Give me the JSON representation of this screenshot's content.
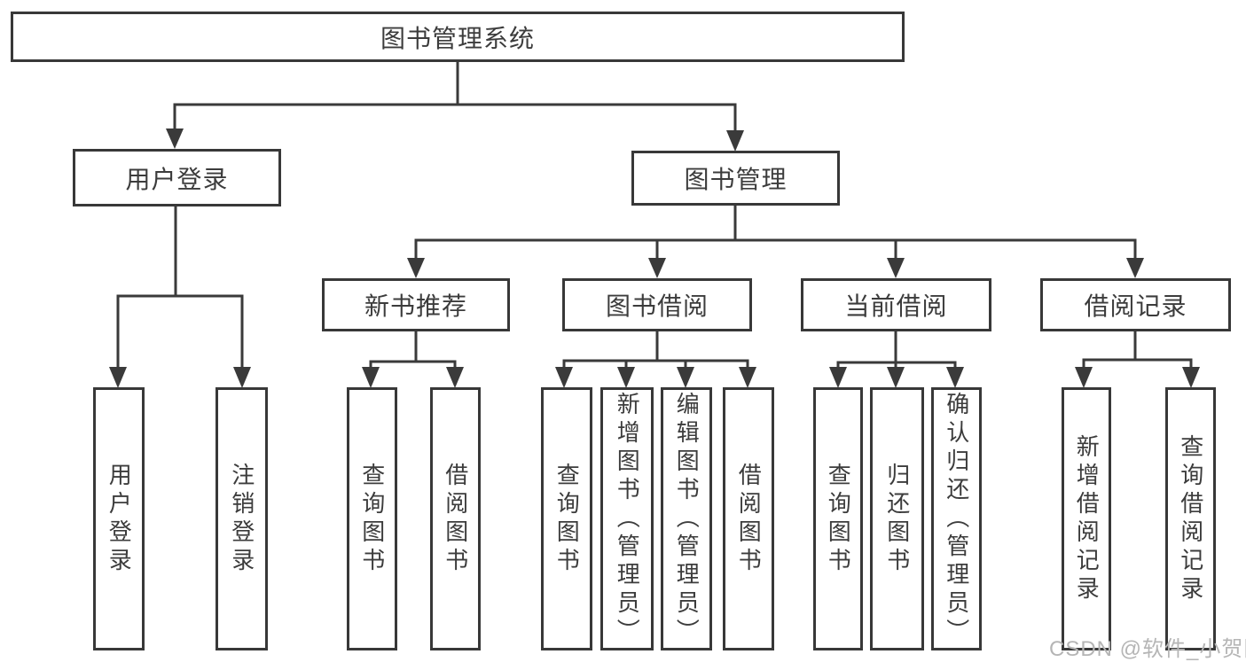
{
  "diagram": {
    "title": "图书管理系统",
    "type": "functional-structure-tree"
  },
  "tree": {
    "root": {
      "label": "图书管理系统",
      "children": [
        {
          "label": "用户登录",
          "children": [
            {
              "label": "用户登录"
            },
            {
              "label": "注销登录"
            }
          ]
        },
        {
          "label": "图书管理",
          "children": [
            {
              "label": "新书推荐",
              "children": [
                {
                  "label": "查询图书"
                },
                {
                  "label": "借阅图书"
                }
              ]
            },
            {
              "label": "图书借阅",
              "children": [
                {
                  "label": "查询图书"
                },
                {
                  "label": "新增图书（管理员）"
                },
                {
                  "label": "编辑图书（管理员）"
                },
                {
                  "label": "借阅图书"
                }
              ]
            },
            {
              "label": "当前借阅",
              "children": [
                {
                  "label": "查询图书"
                },
                {
                  "label": "归还图书"
                },
                {
                  "label": "确认归还（管理员）"
                }
              ]
            },
            {
              "label": "借阅记录",
              "children": [
                {
                  "label": "新增借阅记录"
                },
                {
                  "label": "查询借阅记录"
                }
              ]
            }
          ]
        }
      ]
    }
  },
  "watermark": {
    "text": "CSDN @软件_小贺同学"
  },
  "colors": {
    "line": "#3a3a3a",
    "border": "#383838",
    "text": "#3c3c3c",
    "watermark": "#b5b5b5",
    "background": "#ffffff"
  }
}
